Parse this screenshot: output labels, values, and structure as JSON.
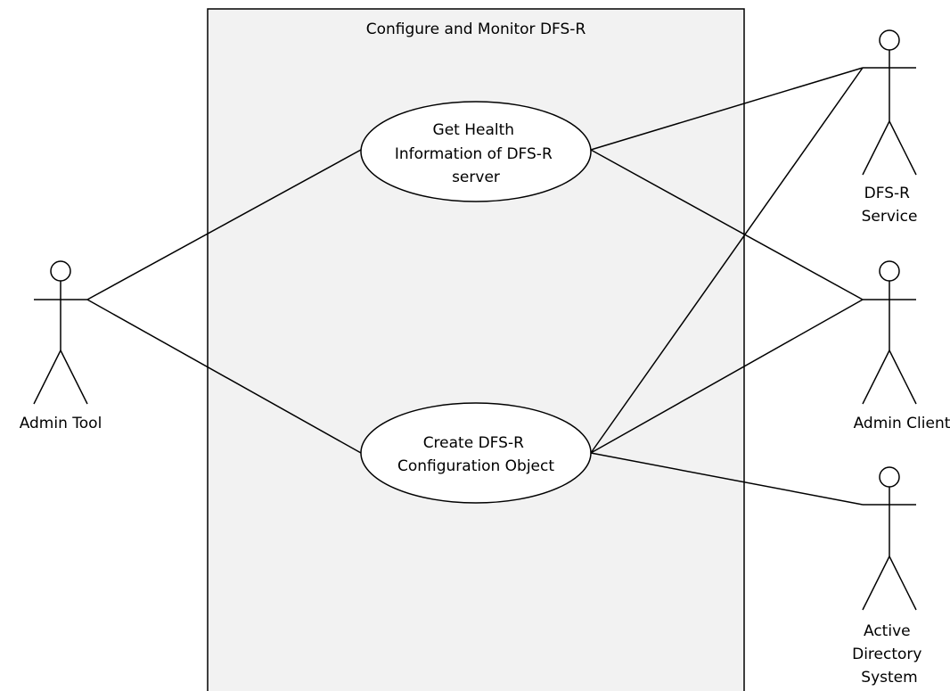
{
  "system": {
    "title": "Configure and Monitor DFS-R",
    "fill_color": "#f2f2f2",
    "stroke_color": "#000000"
  },
  "use_cases": {
    "health": {
      "lines": [
        "Get Health",
        "Information of DFS-R",
        "server"
      ]
    },
    "create": {
      "lines": [
        "Create DFS-R",
        "Configuration Object"
      ]
    }
  },
  "actors": {
    "admin_tool": {
      "lines": [
        "Admin Tool"
      ]
    },
    "dfsr_service": {
      "lines": [
        "DFS-R",
        "Service"
      ]
    },
    "admin_client": {
      "lines": [
        "Admin Client"
      ]
    },
    "ad_system": {
      "lines": [
        "Active",
        "Directory",
        "System"
      ]
    }
  },
  "associations": [
    {
      "actor": "admin_tool",
      "use_case": "health"
    },
    {
      "actor": "admin_tool",
      "use_case": "create"
    },
    {
      "actor": "dfsr_service",
      "use_case": "health"
    },
    {
      "actor": "dfsr_service",
      "use_case": "create"
    },
    {
      "actor": "admin_client",
      "use_case": "health"
    },
    {
      "actor": "admin_client",
      "use_case": "create"
    },
    {
      "actor": "ad_system",
      "use_case": "create"
    }
  ]
}
